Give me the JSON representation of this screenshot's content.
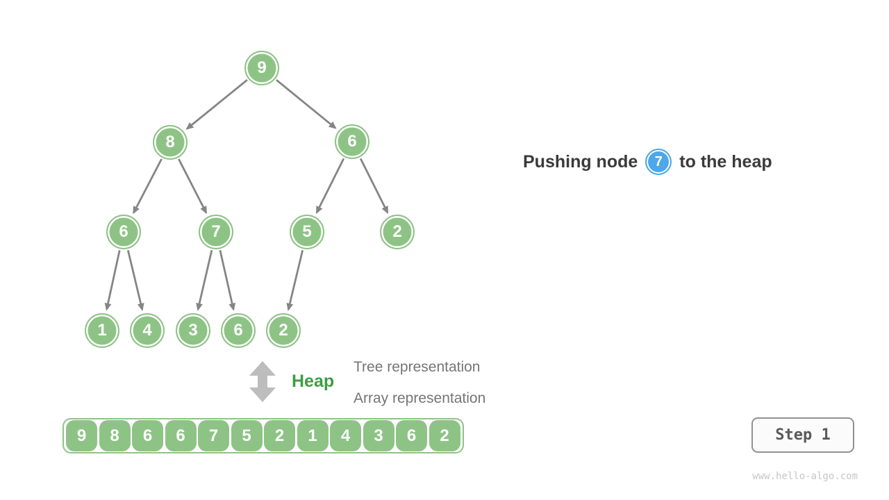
{
  "title": {
    "prefix": "Pushing node",
    "node_value": "7",
    "suffix": "to the heap"
  },
  "tree": {
    "nodes": [
      "9",
      "8",
      "6",
      "6",
      "7",
      "5",
      "2",
      "1",
      "4",
      "3",
      "6",
      "2"
    ]
  },
  "heap": {
    "label": "Heap",
    "tree_representation": "Tree representation",
    "array_representation": "Array representation"
  },
  "array": {
    "values": [
      "9",
      "8",
      "6",
      "6",
      "7",
      "5",
      "2",
      "1",
      "4",
      "3",
      "6",
      "2"
    ]
  },
  "step_badge": {
    "label": "Step 1"
  },
  "watermark": "www.hello-algo.com",
  "colors": {
    "node_green": "#8EC386",
    "node_blue": "#4DA7E8",
    "heap_label_green": "#3E9C44",
    "edge_gray": "#858585",
    "updown_icon_gray": "#BDBDBD",
    "title_text": "#3A3A3A",
    "representation_text_gray": "#757575",
    "step_text": "#5A5A5A",
    "watermark_gray": "#C6C6C6"
  }
}
